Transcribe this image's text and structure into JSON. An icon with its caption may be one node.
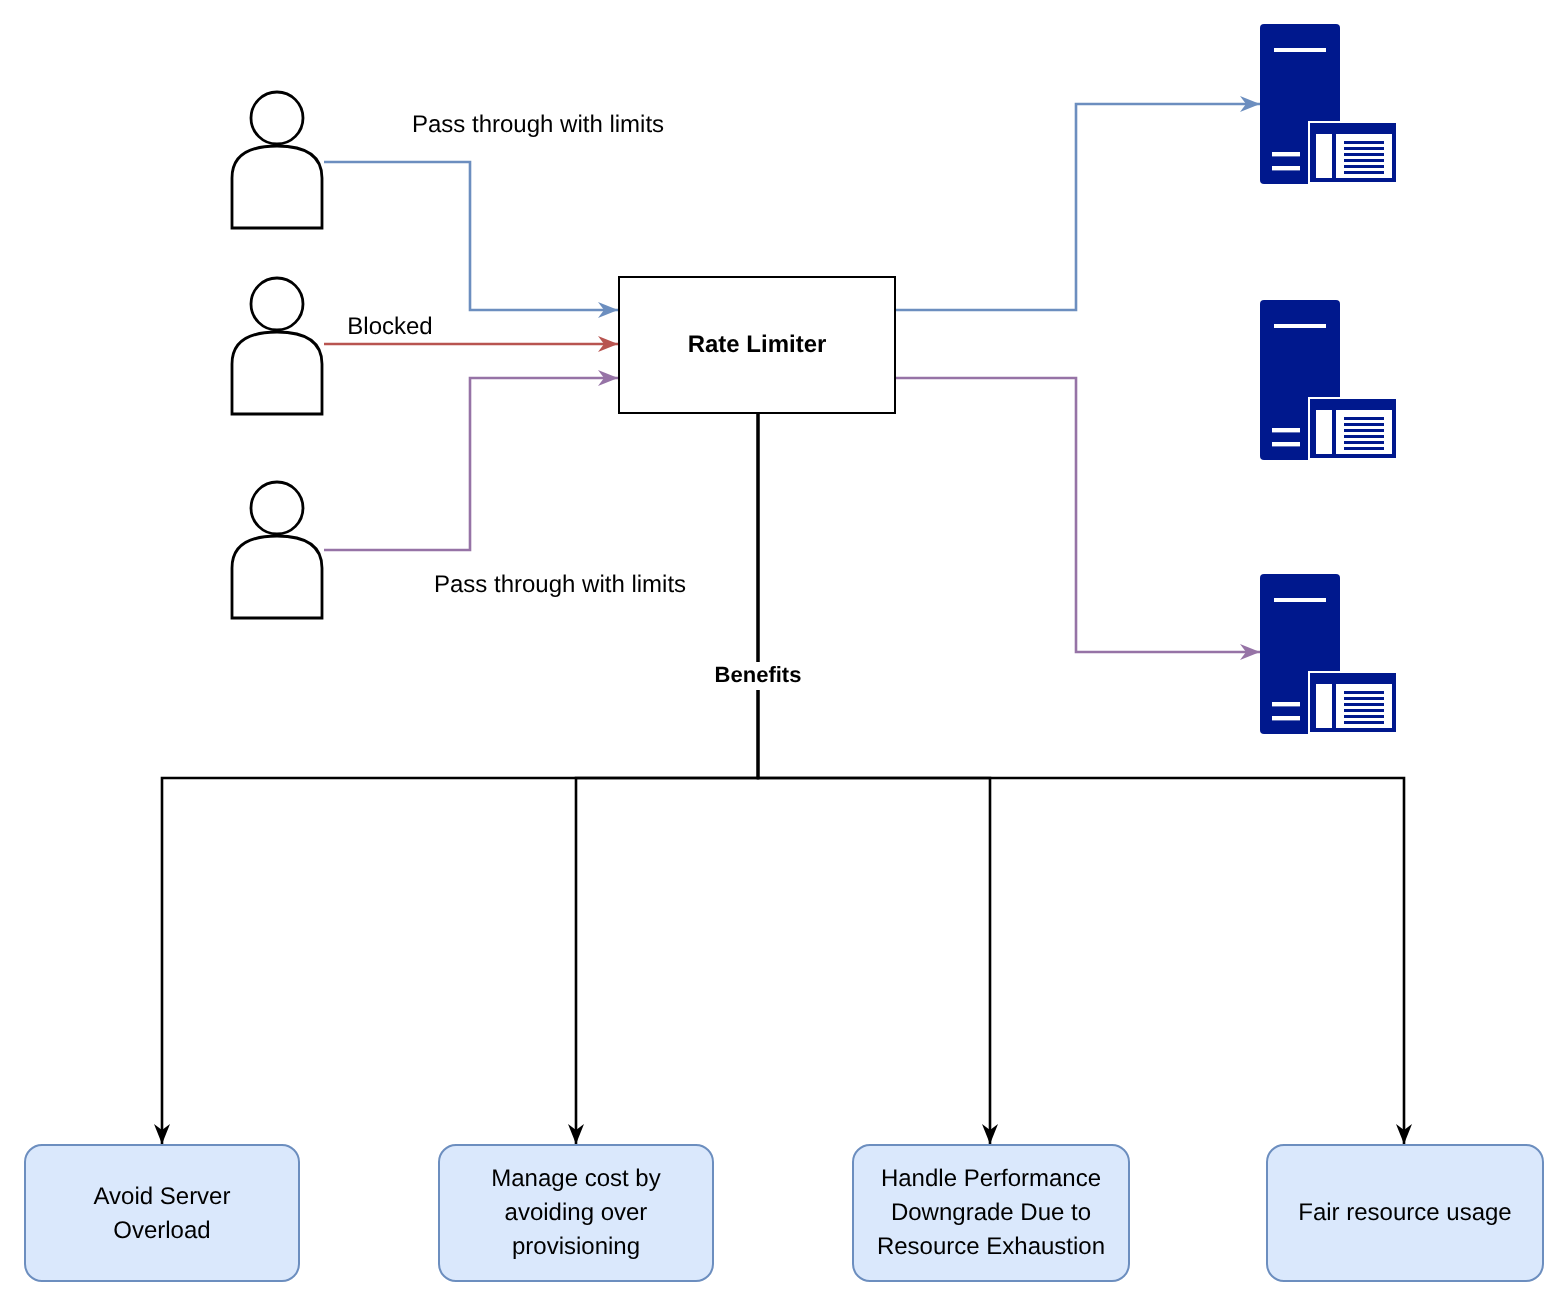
{
  "diagram": {
    "nodes": [
      {
        "text": [],
        "shape": "person"
      },
      {
        "text": [],
        "shape": "person"
      },
      {
        "text": [],
        "shape": "person"
      },
      {
        "text": [
          "Rate Limiter"
        ]
      },
      {
        "text": [],
        "shape": "server"
      },
      {
        "text": [],
        "shape": "server"
      },
      {
        "text": [],
        "shape": "server"
      },
      {
        "text": [
          "Avoid Server Overload"
        ]
      },
      {
        "text": [
          "Manage cost by avoiding over provisioning"
        ]
      },
      {
        "text": [
          "Handle Performance Downgrade Due to Resource Exhaustion"
        ]
      },
      {
        "text": [
          "Fair resource usage"
        ]
      }
    ],
    "edges": [
      {
        "from": 0,
        "to": 3,
        "arrow": "to",
        "label": "Pass through with limits",
        "color": "#6c8ebf"
      },
      {
        "from": 1,
        "to": 3,
        "arrow": "to",
        "label": "Blocked",
        "color": "#b85450"
      },
      {
        "from": 2,
        "to": 3,
        "arrow": "to",
        "label": "Pass through with limits",
        "color": "#9673a6"
      },
      {
        "from": 3,
        "to": 4,
        "arrow": "to",
        "color": "#6c8ebf"
      },
      {
        "from": 3,
        "to": 6,
        "arrow": "to",
        "color": "#9673a6"
      },
      {
        "from": 3,
        "to": 7,
        "arrow": "to",
        "label": "Benefits"
      },
      {
        "from": 3,
        "to": 8,
        "arrow": "to"
      },
      {
        "from": 3,
        "to": 9,
        "arrow": "to"
      },
      {
        "from": 3,
        "to": 10,
        "arrow": "to"
      }
    ]
  }
}
